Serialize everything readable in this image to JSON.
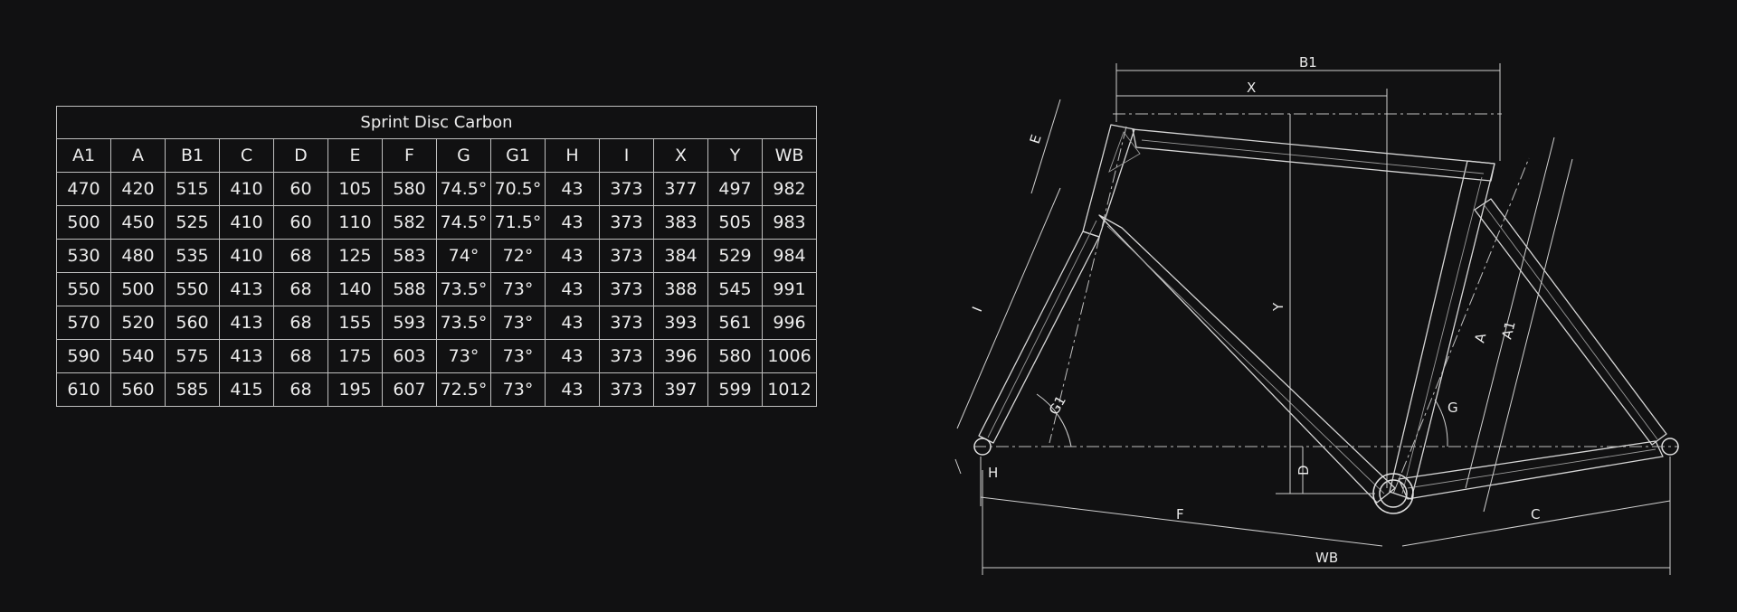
{
  "table": {
    "title": "Sprint Disc Carbon",
    "headers": [
      "A1",
      "A",
      "B1",
      "C",
      "D",
      "E",
      "F",
      "G",
      "G1",
      "H",
      "I",
      "X",
      "Y",
      "WB"
    ],
    "rows": [
      [
        "470",
        "420",
        "515",
        "410",
        "60",
        "105",
        "580",
        "74.5°",
        "70.5°",
        "43",
        "373",
        "377",
        "497",
        "982"
      ],
      [
        "500",
        "450",
        "525",
        "410",
        "60",
        "110",
        "582",
        "74.5°",
        "71.5°",
        "43",
        "373",
        "383",
        "505",
        "983"
      ],
      [
        "530",
        "480",
        "535",
        "410",
        "68",
        "125",
        "583",
        "74°",
        "72°",
        "43",
        "373",
        "384",
        "529",
        "984"
      ],
      [
        "550",
        "500",
        "550",
        "413",
        "68",
        "140",
        "588",
        "73.5°",
        "73°",
        "43",
        "373",
        "388",
        "545",
        "991"
      ],
      [
        "570",
        "520",
        "560",
        "413",
        "68",
        "155",
        "593",
        "73.5°",
        "73°",
        "43",
        "373",
        "393",
        "561",
        "996"
      ],
      [
        "590",
        "540",
        "575",
        "413",
        "68",
        "175",
        "603",
        "73°",
        "73°",
        "43",
        "373",
        "396",
        "580",
        "1006"
      ],
      [
        "610",
        "560",
        "585",
        "415",
        "68",
        "195",
        "607",
        "72.5°",
        "73°",
        "43",
        "373",
        "397",
        "599",
        "1012"
      ]
    ]
  },
  "diagram": {
    "labels": {
      "b1": "B1",
      "x": "X",
      "e": "E",
      "y": "Y",
      "i": "I",
      "a": "A",
      "a1": "A1",
      "g": "G",
      "g1": "G1",
      "d": "D",
      "h": "H",
      "f": "F",
      "c": "C",
      "wb": "WB"
    }
  }
}
